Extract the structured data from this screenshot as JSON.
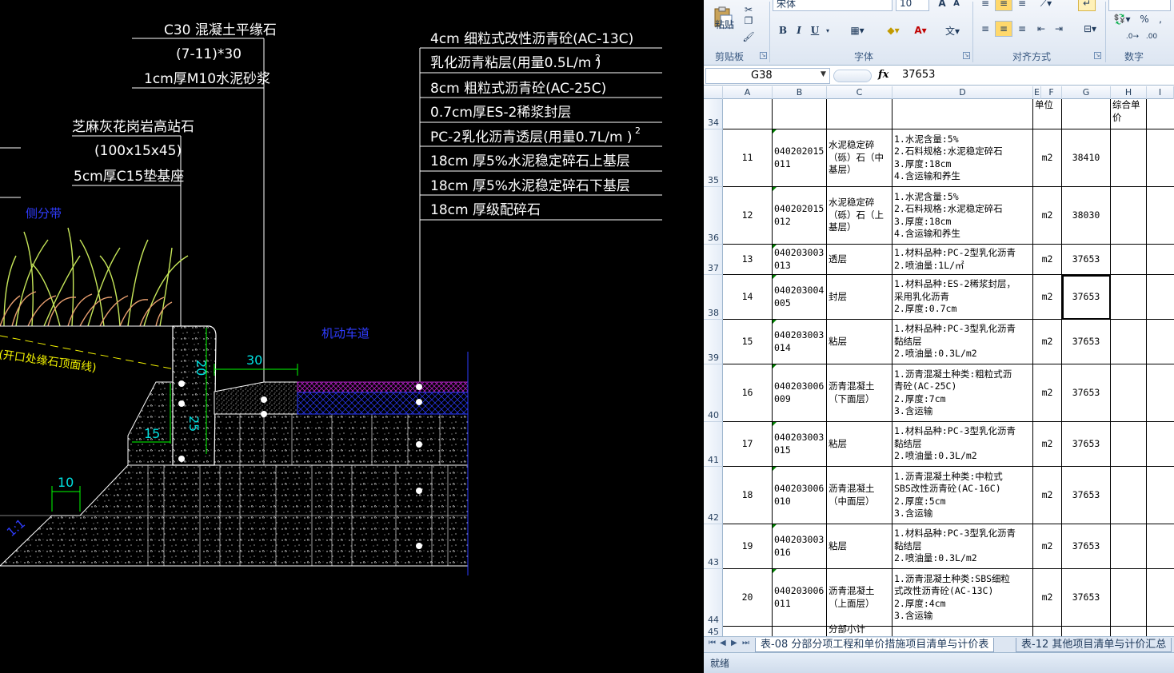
{
  "cad": {
    "labels": {
      "curb_stone_1": "C30 混凝土平缘石",
      "curb_stone_2": "(7-11)*30",
      "curb_stone_3": "1cm厚M10水泥砂浆",
      "granite_1": "芝麻灰花岗岩高站石",
      "granite_2": "(100x15x45)",
      "granite_3": "5cm厚C15垫基座",
      "side_divider": "侧分带",
      "vehicle_lane": "机动车道",
      "curb_line": "(开口处缘石顶面线)",
      "dim_30": "30",
      "dim_10": "10",
      "dim_15": "15",
      "dim_20": "20",
      "dim_25": "25",
      "slope": "1:1"
    },
    "layers": [
      "4cm 细粒式改性沥青砼(AC-13C)",
      "乳化沥青粘层(用量0.5L/m )",
      "8cm 粗粒式沥青砼(AC-25C)",
      "0.7cm厚ES-2稀浆封层",
      "PC-2乳化沥青透层(用量0.7L/m )",
      "18cm 厚5%水泥稳定碎石上基层",
      "18cm 厚5%水泥稳定碎石下基层",
      "18cm 厚级配碎石"
    ],
    "superscripts": [
      "2",
      "2"
    ]
  },
  "excel": {
    "ribbon": {
      "paste": "粘贴",
      "font_name": "宋体",
      "font_size": "10",
      "bold": "B",
      "italic": "I",
      "underline": "U",
      "groups": [
        "剪贴板",
        "字体",
        "对齐方式",
        "数字"
      ]
    },
    "formula_bar": {
      "name_box": "G38",
      "fx": "fx",
      "value": "37653"
    },
    "columns": [
      "A",
      "B",
      "C",
      "D",
      "E",
      "F",
      "G",
      "H",
      "I"
    ],
    "header_row": {
      "num": "34",
      "unit": "单位",
      "price": "综合单价"
    },
    "rows": [
      {
        "num": "35",
        "a": "11",
        "b": "040202015\n011",
        "c": "水泥稳定碎\n（砾）石（中\n基层）",
        "d": "1.水泥含量:5%\n2.石料规格:水泥稳定碎石\n3.厚度:18cm\n4.含运输和养生",
        "e": "m2",
        "g": "38410"
      },
      {
        "num": "36",
        "a": "12",
        "b": "040202015\n012",
        "c": "水泥稳定碎\n（砾）石（上\n基层）",
        "d": "1.水泥含量:5%\n2.石料规格:水泥稳定碎石\n3.厚度:18cm\n4.含运输和养生",
        "e": "m2",
        "g": "38030"
      },
      {
        "num": "37",
        "a": "13",
        "b": "040203003\n013",
        "c": "透层",
        "d": "1.材料品种:PC-2型乳化沥青\n2.喷油量:1L/㎡",
        "e": "m2",
        "g": "37653"
      },
      {
        "num": "38",
        "a": "14",
        "b": "040203004\n005",
        "c": "封层",
        "d": "1.材料品种:ES-2稀浆封层，\n采用乳化沥青\n2.厚度:0.7cm",
        "e": "m2",
        "g": "37653"
      },
      {
        "num": "39",
        "a": "15",
        "b": "040203003\n014",
        "c": "粘层",
        "d": "1.材料品种:PC-3型乳化沥青\n黏结层\n2.喷油量:0.3L/m2",
        "e": "m2",
        "g": "37653"
      },
      {
        "num": "40",
        "a": "16",
        "b": "040203006\n009",
        "c": "沥青混凝土\n（下面层）",
        "d": "1.沥青混凝土种类:粗粒式沥\n青砼(AC-25C)\n2.厚度:7cm\n3.含运输",
        "e": "m2",
        "g": "37653"
      },
      {
        "num": "41",
        "a": "17",
        "b": "040203003\n015",
        "c": "粘层",
        "d": "1.材料品种:PC-3型乳化沥青\n黏结层\n2.喷油量:0.3L/m2",
        "e": "m2",
        "g": "37653"
      },
      {
        "num": "42",
        "a": "18",
        "b": "040203006\n010",
        "c": "沥青混凝土\n（中面层）",
        "d": "1.沥青混凝土种类:中粒式\nSBS改性沥青砼(AC-16C)\n2.厚度:5cm\n3.含运输",
        "e": "m2",
        "g": "37653"
      },
      {
        "num": "43",
        "a": "19",
        "b": "040203003\n016",
        "c": "粘层",
        "d": "1.材料品种:PC-3型乳化沥青\n黏结层\n2.喷油量:0.3L/m2",
        "e": "m2",
        "g": "37653"
      },
      {
        "num": "44",
        "a": "20",
        "b": "040203006\n011",
        "c": "沥青混凝土\n（上面层）",
        "d": "1.沥青混凝土种类:SBS细粒\n式改性沥青砼(AC-13C)\n2.厚度:4cm\n3.含运输",
        "e": "m2",
        "g": "37653"
      }
    ],
    "partial_row": {
      "num": "45",
      "c": "分部小计"
    },
    "sheet_tabs": [
      "表-08 分部分项工程和单价措施项目清单与计价表",
      "表-12 其他项目清单与计价汇总"
    ],
    "status": "就绪"
  }
}
